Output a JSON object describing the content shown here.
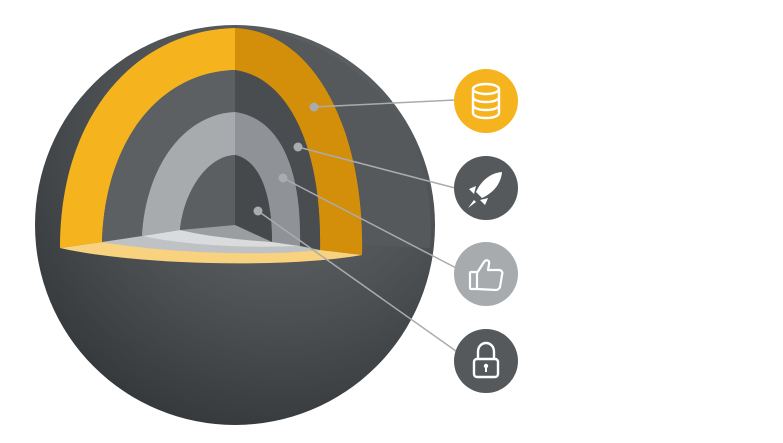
{
  "colors": {
    "background": "#ffffff",
    "sphere_dark": "#3b3e40",
    "sphere_mid": "#5b5f61",
    "outer_band": "#f5b41e",
    "outer_band_shadow": "#d38f0a",
    "outer_band_floor": "#f8d27e",
    "layer_2": "#5d6062",
    "layer_3": "#a7abae",
    "layer_3_shadow": "#8f9397",
    "core": "#5b5f61",
    "leader_line": "#a9acae",
    "badge_yellow": "#f5b41e",
    "badge_dark": "#55595c",
    "badge_light": "#a7abae"
  },
  "badges": [
    {
      "id": "data",
      "icon": "database-icon",
      "color": "#f5b41e",
      "label": ""
    },
    {
      "id": "speed",
      "icon": "rocket-icon",
      "color": "#55595c",
      "label": ""
    },
    {
      "id": "quality",
      "icon": "thumbs-up-icon",
      "color": "#a7abae",
      "label": ""
    },
    {
      "id": "security",
      "icon": "lock-icon",
      "color": "#55595c",
      "label": ""
    }
  ]
}
